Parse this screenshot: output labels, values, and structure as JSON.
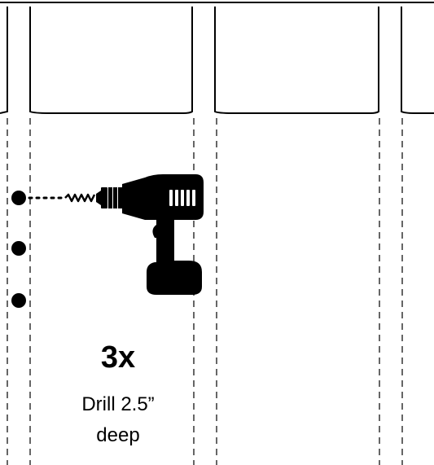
{
  "diagram": {
    "quantity": "3x",
    "instruction_line_1": "Drill 2.5”",
    "instruction_line_2": "deep",
    "tool_icon": "power-drill-icon",
    "hole_count": 3,
    "colors": {
      "ink": "#000000",
      "guide": "#666666",
      "background": "#ffffff"
    }
  }
}
